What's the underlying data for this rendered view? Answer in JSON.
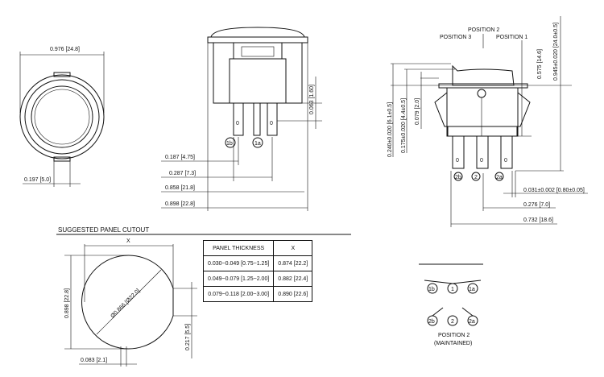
{
  "front_view": {
    "dim_width": "0.976 [24.8]",
    "dim_tab": "0.197 [5.0]"
  },
  "side_view": {
    "dim_top": "0.063 [1.60]",
    "dim_a": "0.187 [4.75]",
    "dim_b": "0.287 [7.3]",
    "dim_c": "0.858 [21.8]",
    "dim_d": "0.898 [22.8]",
    "terminals": [
      "1b",
      "1a"
    ]
  },
  "end_view": {
    "position_2": "POSITION 2",
    "position_3": "POSITION 3",
    "position_1": "POSITION 1",
    "dim_height_total": "0.945±0.020 [24.0±0.5]",
    "dim_body": "0.575 [14.6]",
    "dim_rocker_a": "0.240±0.020 [6.1±0.5]",
    "dim_rocker_b": "0.175±0.020 [4.4±0.5]",
    "dim_rocker_c": "0.079 [2.0]",
    "dim_terminal_thk": "0.031±0.002 [0.80±0.05]",
    "dim_pitch": "0.276 [7.0]",
    "dim_width": "0.732 [18.6]",
    "terminals": [
      "2b",
      "2",
      "2a"
    ]
  },
  "panel_cutout": {
    "title": "SUGGESTED PANEL CUTOUT",
    "x_label": "X",
    "dim_height": "0.898 [22.8]",
    "dim_diameter": "Ø0.866 [Ø22.0]",
    "dim_flat": "0.217 [5.5]",
    "dim_notch": "0.083 [2.1]"
  },
  "table": {
    "headers": [
      "PANEL THICKNESS",
      "X"
    ],
    "rows": [
      [
        "0.030~0.049 [0.75~1.25]",
        "0.874 [22.2]"
      ],
      [
        "0.049~0.079 [1.25~2.00]",
        "0.882 [22.4]"
      ],
      [
        "0.079~0.118 [2.00~3.00]",
        "0.890 [22.6]"
      ]
    ]
  },
  "circuit": {
    "top": [
      "1b",
      "1",
      "1a"
    ],
    "bottom": [
      "2b",
      "2",
      "2a"
    ],
    "caption": "POSITION 2",
    "caption_sub": "(MAINTAINED)"
  }
}
